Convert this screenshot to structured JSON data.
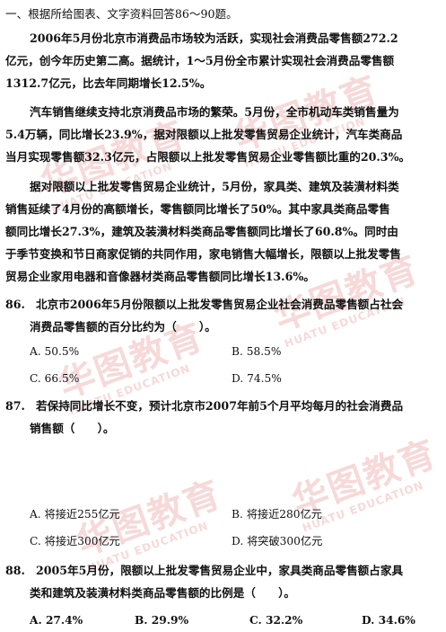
{
  "heading": "一、根据所给图表、文字资料回答86～90题。",
  "passage": [
    "2006年5月份北京市消费品市场较为活跃，实现社会消费品零售额272.2",
    "亿元，创今年历史第二高。据统计，1～5月份全市累计实现社会消费品零售额",
    "1312.7亿元，比去年同期增长12.5%。",
    "汽车销售继续支持北京消费品市场的繁荣。5月份，全市机动车类销售量为",
    "5.4万辆，同比增长23.9%，据对限额以上批发零售贸易企业统计，汽车类商品",
    "当月实现零售额32.3亿元，占限额以上批发零售贸易企业零售额比重的20.3%。",
    "据对限额以上批发零售贸易企业统计，5月份，家具类、建筑及装潢材料类",
    "销售延续了4月份的高额增长，零售额同比增长了50%。其中家具类商品零售",
    "额同比增长27.3%，建筑及装潢材料类商品零售额同比增长了60.8%。同时由",
    "于季节变换和节日商家促销的共同作用，家电销售大幅增长，限额以上批发零售",
    "贸易企业家用电器和音像器材类商品零售额同比增长13.6%。"
  ],
  "q86": {
    "number": "86.",
    "line1": "北京市2006年5月份限额以上批发零售贸易企业社会消费品零售额占社会",
    "line2": "消费品零售额的百分比约为（　　）。",
    "options": [
      "A. 50.5%",
      "B. 58.5%",
      "C. 66.5%",
      "D. 74.5%"
    ]
  },
  "q87": {
    "number": "87.",
    "line1": "若保持同比增长不变，预计北京市2007年前5个月平均每月的社会消费品",
    "line2": "销售额（　　）。",
    "options": [
      "A. 将接近255亿元",
      "B. 将接近280亿元",
      "C. 将接近300亿元",
      "D. 将突破300亿元"
    ]
  },
  "q88": {
    "number": "88.",
    "line1": "2005年5月份，限额以上批发零售贸易企业中，家具类商品零售额占家具",
    "line2": "类和建筑及装潢材料类商品零售额的比例是（　　）。",
    "options": [
      "A. 27.4%",
      "B. 29.9%",
      "C. 32.2%",
      "D. 34.6%"
    ]
  },
  "watermark": {
    "brand": "华图教育",
    "brand_en": "HUATU EDUCATION",
    "color": "#d0342c"
  }
}
